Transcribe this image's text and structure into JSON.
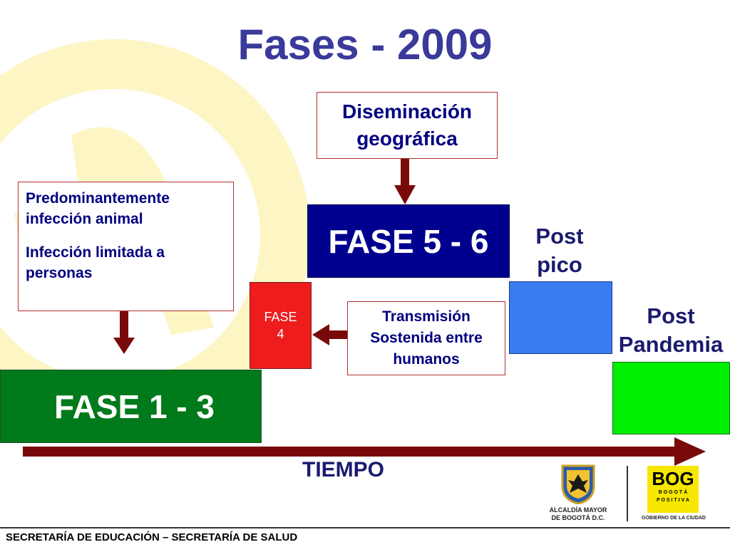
{
  "title": "Fases - 2009",
  "callouts": {
    "animal_line1": "Predominantemente",
    "animal_line2": "infección animal",
    "animal_line3": "Infección limitada a",
    "animal_line4": "personas",
    "disemination_line1": "Diseminación",
    "disemination_line2": "geográfica",
    "transmission_line1": "Transmisión",
    "transmission_line2": "Sostenida entre",
    "transmission_line3": "humanos"
  },
  "phases": {
    "fase13": "FASE 1 - 3",
    "fase4_line1": "FASE",
    "fase4_line2": "4",
    "fase56": "FASE 5 - 6"
  },
  "labels": {
    "postpico_line1": "Post",
    "postpico_line2": "pico",
    "postpandemia_line1": "Post",
    "postpandemia_line2": "Pandemia"
  },
  "axis": {
    "label": "TIEMPO"
  },
  "footer": "SECRETARÍA DE EDUCACIÓN – SECRETARÍA DE SALUD",
  "logos": {
    "alcaldia_line1": "ALCALDÍA MAYOR",
    "alcaldia_line2": "DE BOGOTÁ D.C.",
    "bog_big": "BOG",
    "bog_line1": "B O G O T Á",
    "bog_line2": "P O S I T I V A",
    "gobierno": "GOBIERNO DE LA CIUDAD"
  },
  "colors": {
    "fase13": "#007a1a",
    "fase4": "#ee1c1c",
    "fase56": "#00008f",
    "postpico": "#3a7bf0",
    "postpandemia": "#00ee00",
    "arrow": "#7a0a0a",
    "title": "#3a3a9a",
    "watermark": "#fdf5c4"
  }
}
